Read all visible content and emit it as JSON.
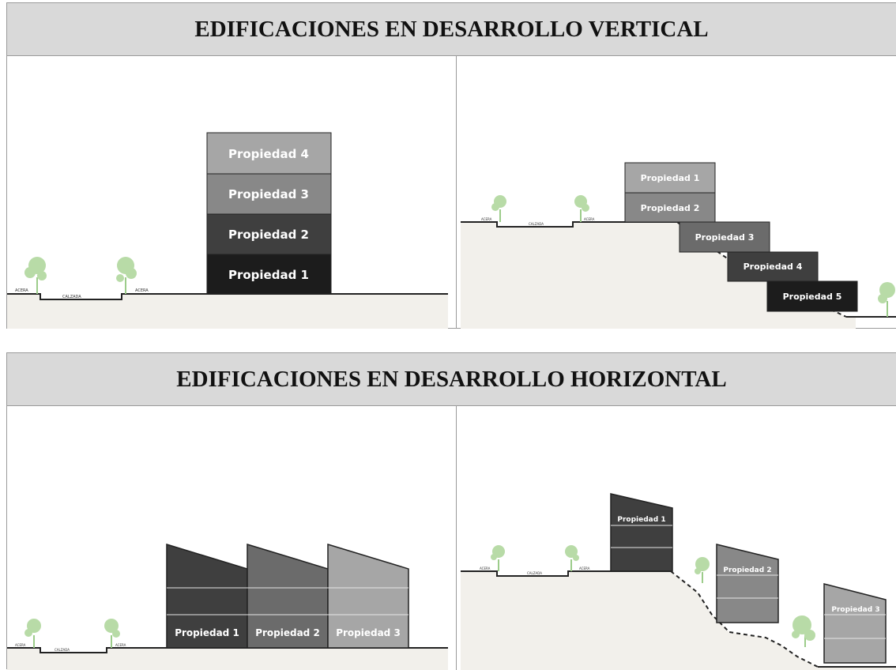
{
  "vertical": {
    "title": "EDIFICACIONES EN DESARROLLO VERTICAL",
    "flat": {
      "street": {
        "acera_left": "ACERA",
        "calzada": "CALZADA",
        "acera_right": "ACERA"
      },
      "properties": [
        "Propiedad 4",
        "Propiedad 3",
        "Propiedad 2",
        "Propiedad 1"
      ]
    },
    "slope": {
      "street": {
        "acera_left": "ACERA",
        "calzada": "CALZADA",
        "acera_right": "ACERA"
      },
      "properties": [
        "Propiedad 1",
        "Propiedad 2",
        "Propiedad 3",
        "Propiedad 4",
        "Propiedad 5"
      ]
    }
  },
  "horizontal": {
    "title": "EDIFICACIONES EN DESARROLLO HORIZONTAL",
    "flat": {
      "street": {
        "acera_left": "ACERA",
        "calzada": "CALZADA",
        "acera_right": "ACERA"
      },
      "properties": [
        "Propiedad 1",
        "Propiedad 2",
        "Propiedad 3"
      ]
    },
    "slope": {
      "street": {
        "acera_left": "ACERA",
        "calzada": "CALZADA",
        "acera_right": "ACERA"
      },
      "properties": [
        "Propiedad 1",
        "Propiedad 2",
        "Propiedad 3"
      ]
    }
  },
  "colors": {
    "header_bg": "#d9d9d9",
    "ground": "#f2f0eb",
    "tree": "#b8dba7",
    "grass": "#9ccc8a",
    "shade_darkest": "#1c1c1c",
    "shade_dark": "#3f3f3f",
    "shade_mid": "#6b6b6b",
    "shade_light": "#888888",
    "shade_lightest": "#a6a6a6"
  }
}
